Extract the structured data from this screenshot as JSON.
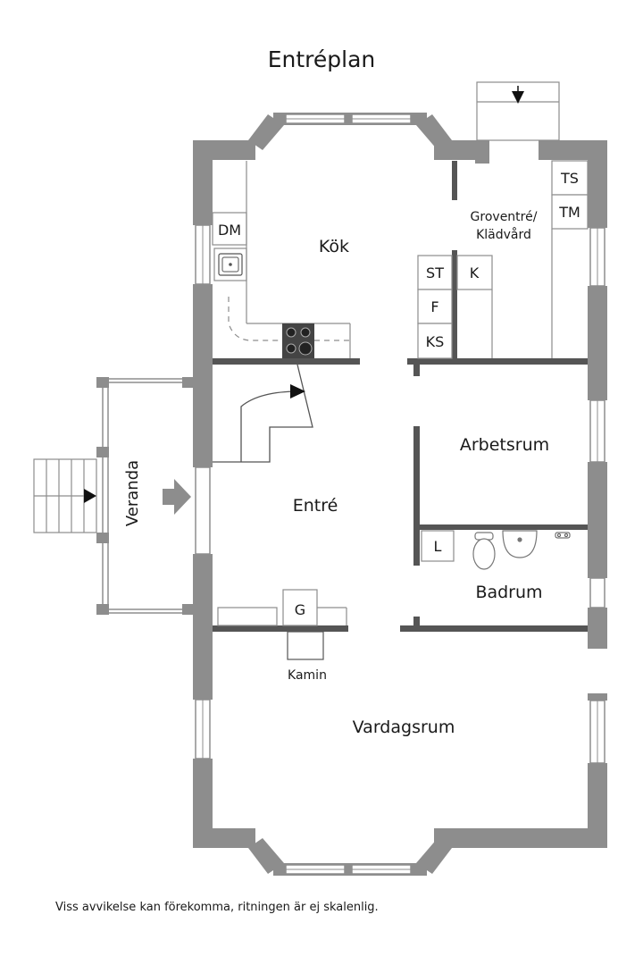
{
  "title": "Entréplan",
  "disclaimer": "Viss avvikelse kan förekomma, ritningen är ej skalenlig.",
  "colors": {
    "wall": "#8d8d8d",
    "line": "#555555",
    "text": "#1a1a1a"
  },
  "rooms": {
    "kok": "Kök",
    "groventre_line1": "Groventré/",
    "groventre_line2": "Klädvård",
    "arbetsrum": "Arbetsrum",
    "entre": "Entré",
    "badrum": "Badrum",
    "vardagsrum": "Vardagsrum",
    "veranda": "Veranda",
    "kamin": "Kamin"
  },
  "fixtures": {
    "dm": "DM",
    "ts": "TS",
    "tm": "TM",
    "st": "ST",
    "k": "K",
    "f": "F",
    "ks": "KS",
    "l": "L",
    "g": "G"
  },
  "icons": [
    "entry-arrow-icon",
    "stair-arrow-icon",
    "sink-icon",
    "stove-icon",
    "toilet-icon",
    "washbasin-icon",
    "faucet-icon"
  ]
}
